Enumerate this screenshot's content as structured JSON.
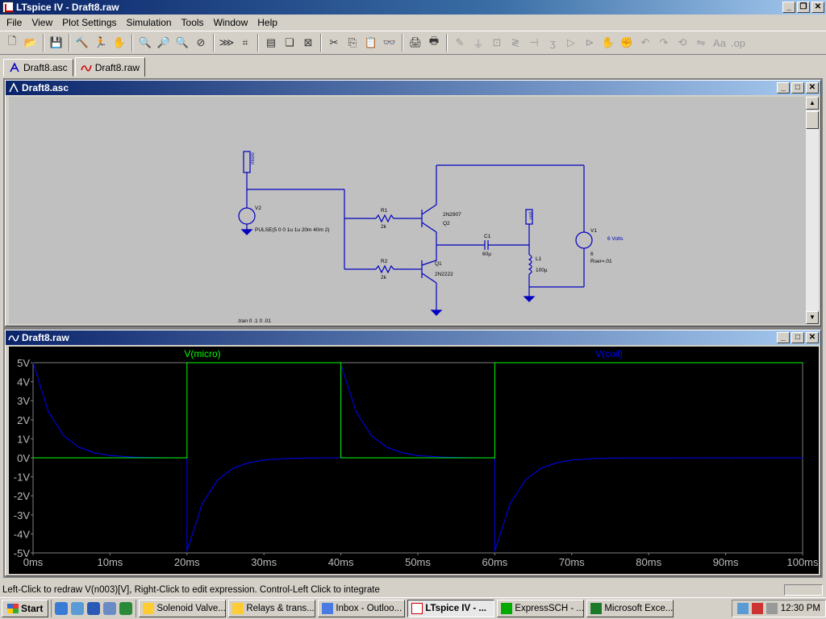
{
  "window": {
    "title": "LTspice IV - Draft8.raw"
  },
  "menu": [
    "File",
    "View",
    "Plot Settings",
    "Simulation",
    "Tools",
    "Window",
    "Help"
  ],
  "toolbar": {
    "icons": [
      "new-schematic",
      "open",
      "save",
      "control-panel",
      "run",
      "halt",
      "zoom-in",
      "pan",
      "zoom-out",
      "zoom-cancel",
      "autorange",
      "draft",
      "tile-horizontal",
      "cascade",
      "close-all",
      "cut",
      "copy",
      "paste",
      "find",
      "print-setup",
      "print",
      "wire",
      "ground",
      "label",
      "resistor",
      "capacitor",
      "inductor",
      "diode",
      "component",
      "move",
      "drag",
      "undo",
      "redo",
      "rotate",
      "mirror",
      "text",
      "spice-directive"
    ]
  },
  "tabs": [
    {
      "label": "Draft8.asc",
      "icon": "schematic-icon"
    },
    {
      "label": "Draft8.raw",
      "icon": "waveform-icon"
    }
  ],
  "schematic_window": {
    "title": "Draft8.asc",
    "labels": {
      "micro": "micro",
      "coil": "coil",
      "v2": "V2",
      "v2_value": "PULSE(5 0 0 1u 1u 20m 40m 2)",
      "r1": "R1",
      "r1_value": "2k",
      "r2": "R2",
      "r2_value": "2k",
      "q2": "Q2",
      "q2_model": "2N2907",
      "q1": "Q1",
      "q1_model": "2N2222",
      "c1": "C1",
      "c1_value": "60µ",
      "l1": "L1",
      "l1_value": "100µ",
      "v1": "V1",
      "v1_value": "6",
      "v1_rser": "Rser=.01",
      "v1_note": "6 Volts",
      "tran": ".tran 0 .1 0 .01"
    }
  },
  "plot_window": {
    "title": "Draft8.raw",
    "traces": [
      {
        "name": "V(micro)",
        "color": "#00ff00"
      },
      {
        "name": "V(coil)",
        "color": "#0000ff"
      }
    ],
    "y_ticks": [
      "5V",
      "4V",
      "3V",
      "2V",
      "1V",
      "0V",
      "-1V",
      "-2V",
      "-3V",
      "-4V",
      "-5V"
    ],
    "x_ticks": [
      "0ms",
      "10ms",
      "20ms",
      "30ms",
      "40ms",
      "50ms",
      "60ms",
      "70ms",
      "80ms",
      "90ms",
      "100ms"
    ]
  },
  "chart_data": {
    "type": "line",
    "xlabel": "",
    "ylabel": "",
    "xlim": [
      0,
      100
    ],
    "ylim": [
      -5,
      5
    ],
    "x_unit": "ms",
    "y_unit": "V",
    "grid": false,
    "series": [
      {
        "name": "V(micro)",
        "color": "#00ff00",
        "x": [
          0,
          0,
          20,
          20,
          40,
          40,
          60,
          60,
          100
        ],
        "y": [
          0,
          0,
          0,
          5,
          5,
          0,
          0,
          5,
          5
        ]
      },
      {
        "name": "V(coil)",
        "color": "#0000ff",
        "x": [
          0,
          2,
          4,
          6,
          8,
          10,
          13,
          16,
          20,
          20,
          22,
          24,
          26,
          28,
          30,
          33,
          36,
          40,
          40,
          42,
          44,
          46,
          48,
          50,
          53,
          56,
          60,
          60,
          62,
          64,
          66,
          68,
          70,
          73,
          76,
          100
        ],
        "y": [
          5,
          2.4,
          1.15,
          0.55,
          0.26,
          0.12,
          0.04,
          0.01,
          0,
          -4.9,
          -2.4,
          -1.15,
          -0.55,
          -0.26,
          -0.12,
          -0.04,
          -0.01,
          0,
          4.9,
          2.4,
          1.15,
          0.55,
          0.26,
          0.12,
          0.04,
          0.01,
          0,
          -4.9,
          -2.4,
          -1.15,
          -0.55,
          -0.26,
          -0.12,
          -0.04,
          -0.01,
          0
        ]
      }
    ]
  },
  "status": {
    "text": "Left-Click to redraw V(n003)[V],  Right-Click to edit expression. Control-Left Click to integrate"
  },
  "taskbar": {
    "start": "Start",
    "tasks": [
      "Solenoid Valve...",
      "Relays & trans...",
      "Inbox - Outloo...",
      "LTspice IV - ...",
      "ExpressSCH - ...",
      "Microsoft Exce..."
    ],
    "active_task": 3,
    "clock": "12:30 PM"
  }
}
